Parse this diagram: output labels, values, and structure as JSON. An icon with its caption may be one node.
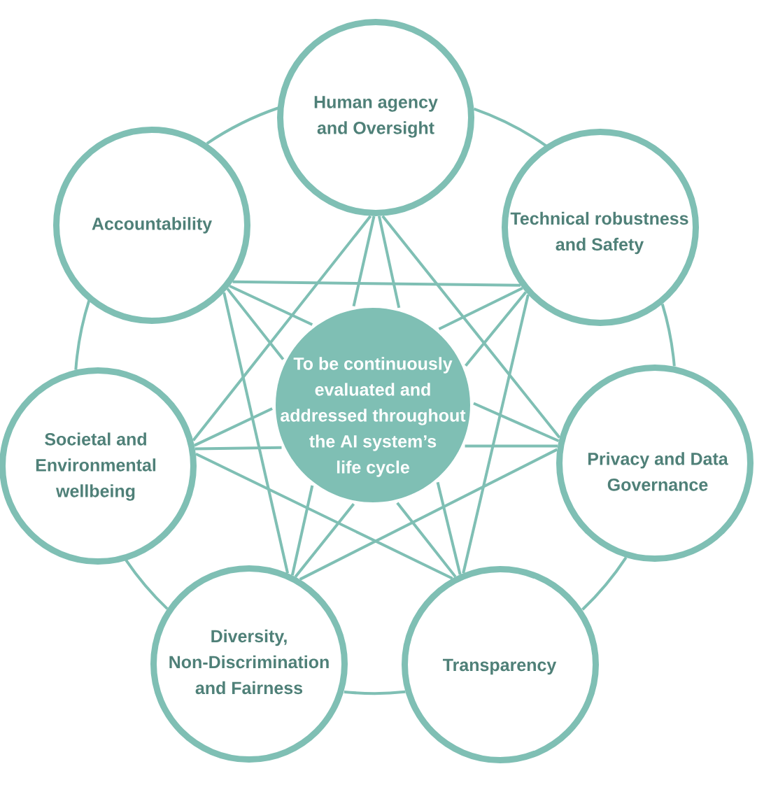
{
  "diagram": {
    "nodes": [
      {
        "text": [
          "Human agency and Oversight"
        ]
      },
      {
        "text": [
          "Technical robustness and Safety"
        ]
      },
      {
        "text": [
          "Privacy and Data Governance"
        ]
      },
      {
        "text": [
          "Transparency"
        ]
      },
      {
        "text": [
          "Diversity, Non-Discrimination and Fairness"
        ]
      },
      {
        "text": [
          "Societal and Environmental wellbeing"
        ]
      },
      {
        "text": [
          "Accountability"
        ]
      },
      {
        "text": [
          "To be continuously evaluated and addressed throughout the AI system’s life cycle"
        ]
      }
    ],
    "edges": [
      {
        "from": 0,
        "to": 1,
        "arrow": "none"
      },
      {
        "from": 1,
        "to": 2,
        "arrow": "none"
      },
      {
        "from": 2,
        "to": 3,
        "arrow": "none"
      },
      {
        "from": 3,
        "to": 4,
        "arrow": "none"
      },
      {
        "from": 4,
        "to": 5,
        "arrow": "none"
      },
      {
        "from": 5,
        "to": 6,
        "arrow": "none"
      },
      {
        "from": 6,
        "to": 0,
        "arrow": "none"
      },
      {
        "from": 0,
        "to": 2,
        "arrow": "none"
      },
      {
        "from": 0,
        "to": 5,
        "arrow": "none"
      },
      {
        "from": 1,
        "to": 3,
        "arrow": "none"
      },
      {
        "from": 1,
        "to": 6,
        "arrow": "none"
      },
      {
        "from": 2,
        "to": 4,
        "arrow": "none"
      },
      {
        "from": 3,
        "to": 5,
        "arrow": "none"
      },
      {
        "from": 4,
        "to": 6,
        "arrow": "none"
      },
      {
        "from": 0,
        "to": 7,
        "arrow": "none"
      },
      {
        "from": 0,
        "to": 7,
        "arrow": "none"
      },
      {
        "from": 1,
        "to": 7,
        "arrow": "none"
      },
      {
        "from": 1,
        "to": 7,
        "arrow": "none"
      },
      {
        "from": 2,
        "to": 7,
        "arrow": "none"
      },
      {
        "from": 2,
        "to": 7,
        "arrow": "none"
      },
      {
        "from": 3,
        "to": 7,
        "arrow": "none"
      },
      {
        "from": 3,
        "to": 7,
        "arrow": "none"
      },
      {
        "from": 4,
        "to": 7,
        "arrow": "none"
      },
      {
        "from": 4,
        "to": 7,
        "arrow": "none"
      },
      {
        "from": 5,
        "to": 7,
        "arrow": "none"
      },
      {
        "from": 5,
        "to": 7,
        "arrow": "none"
      },
      {
        "from": 6,
        "to": 7,
        "arrow": "none"
      },
      {
        "from": 6,
        "to": 7,
        "arrow": "none"
      }
    ]
  }
}
